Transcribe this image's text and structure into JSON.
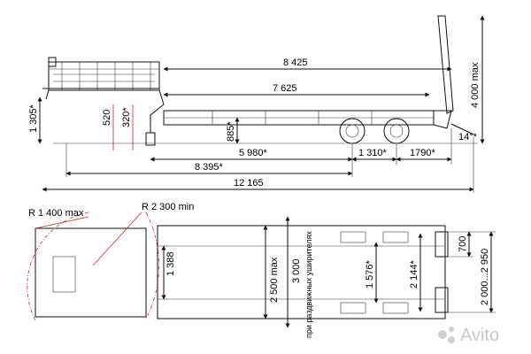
{
  "side_view": {
    "total_length": "8 425",
    "deck_length": "7 625",
    "height_total": "4 000 max",
    "coupling_height": "1 305*",
    "gooseneck_520": "520",
    "gooseneck_320": "320*",
    "deck_height": "885*",
    "front_to_axle": "5 980*",
    "axle_span": "1 310*",
    "rear_overhang": "1790*",
    "kingpin_to_axle": "8 395*",
    "overall_length": "12 165",
    "ramp_angle": "14°*"
  },
  "top_view": {
    "radius_front": "R 1 400 max",
    "radius_swing": "R 2 300 min",
    "gooseneck_width": "1 388",
    "width_max": "2 500 max",
    "width_extended": "3 000",
    "extension_note": "при раздвижных уширителях",
    "track_front": "1 576*",
    "track_rear": "2 144*",
    "ramp_width": "700",
    "ramp_spacing": "2 000...2 950"
  },
  "watermark": "Avito"
}
